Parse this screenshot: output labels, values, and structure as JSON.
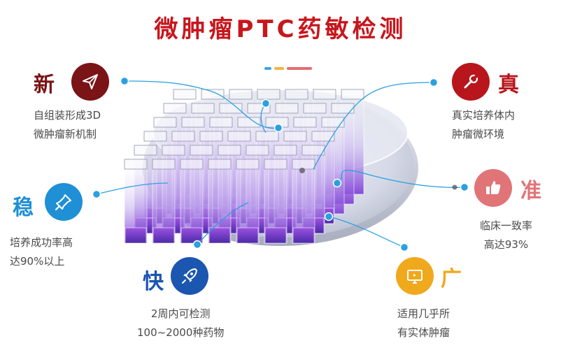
{
  "title": "微肿瘤PTC药敏检测",
  "features": {
    "new": {
      "char": "新",
      "lines": [
        "自组装形成3D",
        "微肿瘤新机制"
      ],
      "color": "#7a1416",
      "icon": "send-icon"
    },
    "real": {
      "char": "真",
      "lines": [
        "真实培养体内",
        "肿瘤微环境"
      ],
      "color": "#b8161c",
      "icon": "wrench-icon"
    },
    "stable": {
      "char": "稳",
      "lines": [
        "培养成功率高",
        "达90%以上"
      ],
      "color": "#1f8fd6",
      "icon": "pin-icon"
    },
    "accurate": {
      "char": "准",
      "lines": [
        "临床一致率",
        "高达93%"
      ],
      "color": "#e07477",
      "icon": "thumbs-up-icon"
    },
    "fast": {
      "char": "快",
      "lines": [
        "2周内可检测",
        "100~2000种药物"
      ],
      "color": "#1b56b0",
      "icon": "rocket-icon"
    },
    "wide": {
      "char": "广",
      "lines": [
        "适用几乎所",
        "有实体肿瘤"
      ],
      "color": "#f0a81c",
      "icon": "monitor-icon"
    }
  },
  "colors": {
    "title": "#c8161d",
    "connector": "#2aa0e0",
    "deco": [
      "#3aa6e6",
      "#f3b43c",
      "#e66b74"
    ]
  }
}
